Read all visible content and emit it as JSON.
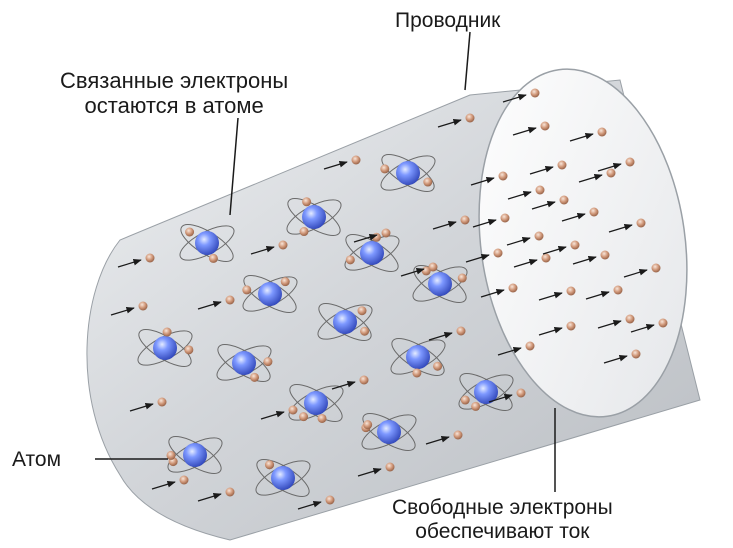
{
  "labels": {
    "conductor": "Проводник",
    "bound_electrons": [
      "Связанные электроны",
      "остаются в атоме"
    ],
    "atom": "Атом",
    "free_electrons": [
      "Свободные электроны",
      "обеспечивают ток"
    ]
  },
  "colors": {
    "conductor_body": "#d9dbde",
    "conductor_end": "#f1f2f4",
    "nucleus": "#4a68d8",
    "electron": "#c98f72",
    "arrow": "#1a1a1a",
    "orbit": "#6a6a6a",
    "leader_line": "#1a1a1a"
  }
}
